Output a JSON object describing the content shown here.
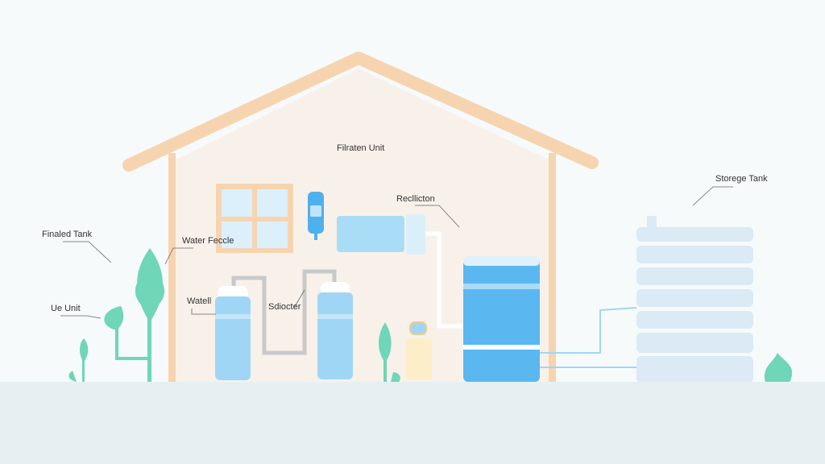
{
  "labels": {
    "filtration_unit": "Filraten Unit",
    "recollection": "Recllicton",
    "storage_tank": "Storege Tank",
    "finaled_tank": "Finaled Tank",
    "water_feccle": "Water Feccle",
    "use_unit": "Ue Unit",
    "watell": "Watell",
    "selector": "Sdiocter"
  },
  "colors": {
    "roof": "#f7d4b0",
    "wall": "#f8f1ea",
    "water": "#8fd0f5",
    "tank_blue": "#5bb7f0",
    "plant": "#6fd6b8",
    "ground": "#e6f0f3"
  }
}
